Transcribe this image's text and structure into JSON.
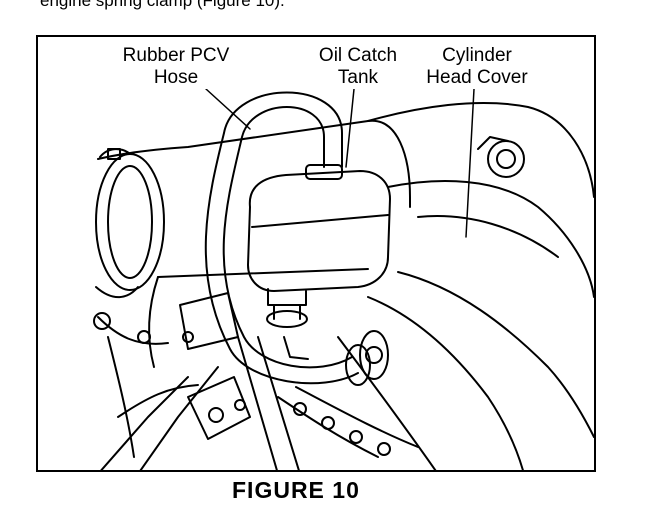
{
  "header_cutoff_text": "engine spring clamp (Figure 10).",
  "figure": {
    "labels": {
      "rubber_pcv_hose": [
        "Rubber PCV",
        "Hose"
      ],
      "oil_catch_tank": [
        "Oil Catch",
        "Tank"
      ],
      "cylinder_head_cover": [
        "Cylinder",
        "Head Cover"
      ]
    },
    "caption": "FIGURE 10"
  }
}
